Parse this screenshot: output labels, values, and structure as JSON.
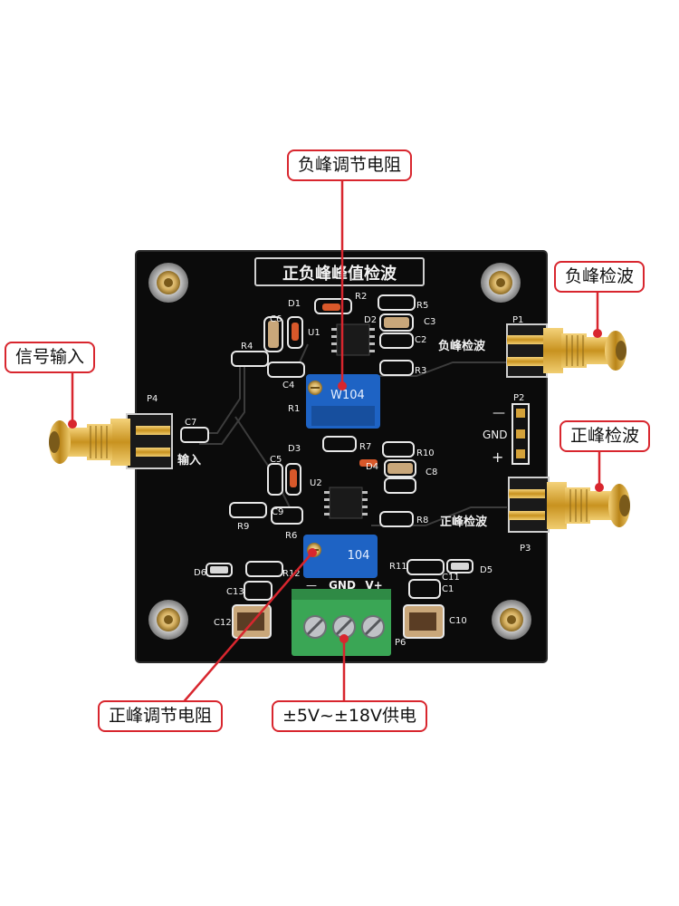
{
  "board": {
    "title": "正负峰峰值检波",
    "pcb_color": "#0b0b0b",
    "silk_color": "#f2f2f2",
    "labels": {
      "neg_peak": "负峰检波",
      "pos_peak": "正峰检波",
      "input": "输入",
      "gnd": "GND",
      "minus": "—",
      "plus": "+",
      "term_minus": "—",
      "term_gnd": "GND",
      "term_vplus": "V+",
      "pot_code_top": "W104",
      "pot_code_bot": "104"
    },
    "designators": {
      "p1": "P1",
      "p2": "P2",
      "p3": "P3",
      "p4": "P4",
      "p6": "P6",
      "r1": "R1",
      "r2": "R2",
      "r3": "R3",
      "r4": "R4",
      "r5": "R5",
      "r6": "R6",
      "r7": "R7",
      "r8": "R8",
      "r9": "R9",
      "r10": "R10",
      "r11": "R11",
      "r12": "R12",
      "c1": "C1",
      "c2": "C2",
      "c3": "C3",
      "c4": "C4",
      "c5": "C5",
      "c6": "C6",
      "c7": "C7",
      "c8": "C8",
      "c9": "C9",
      "c10": "C10",
      "c11": "C11",
      "c12": "C12",
      "c13": "C13",
      "d1": "D1",
      "d2": "D2",
      "d3": "D3",
      "d4": "D4",
      "d5": "D5",
      "d6": "D6",
      "u1": "U1",
      "u2": "U2"
    }
  },
  "callouts": {
    "neg_resistor": "负峰调节电阻",
    "signal_input": "信号输入",
    "neg_peak_out": "负峰检波",
    "pos_peak_out": "正峰检波",
    "pos_resistor": "正峰调节电阻",
    "supply": "±5V~±18V供电"
  },
  "colors": {
    "callout_border": "#d8262e",
    "leader_line": "#d8262e",
    "gold": "#d4a23a",
    "terminal_green": "#3aa655",
    "pot_blue": "#1e63c4"
  }
}
